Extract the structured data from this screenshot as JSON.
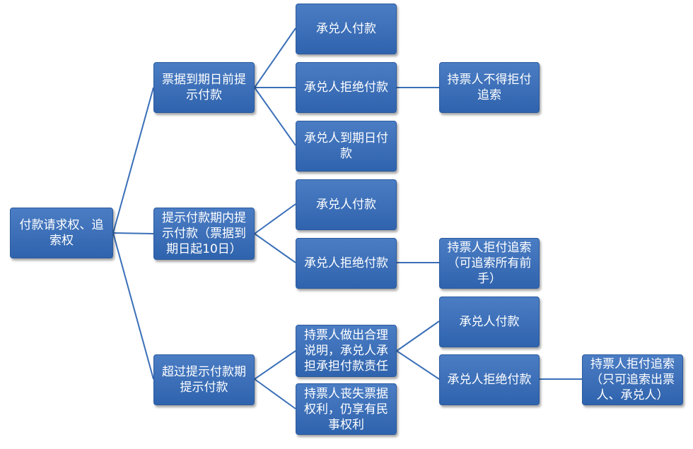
{
  "colors": {
    "node_fill": "#3a6fb8",
    "node_border": "#2a5a9e",
    "connector": "#3a6fb8",
    "text": "#ffffff"
  },
  "nodes": {
    "root": "付款请求权、追索权",
    "b1": "票据到期日前提示付款",
    "b1_c1": "承兑人付款",
    "b1_c2": "承兑人拒绝付款",
    "b1_c2_r": "持票人不得拒付追索",
    "b1_c3": "承兑人到期日付款",
    "b2": "提示付款期内提示付款（票据到期日起10日）",
    "b2_c1": "承兑人付款",
    "b2_c2": "承兑人拒绝付款",
    "b2_c2_r": "持票人拒付追索（可追索所有前手）",
    "b3": "超过提示付款期提示付款",
    "b3_c1": "持票人做出合理说明，承兑人承担承担付款责任",
    "b3_c1_a": "承兑人付款",
    "b3_c1_b": "承兑人拒绝付款",
    "b3_c1_b_r": "持票人拒付追索（只可追索出票人、承兑人）",
    "b3_c2": "持票人丧失票据权利，仍享有民事权利"
  }
}
